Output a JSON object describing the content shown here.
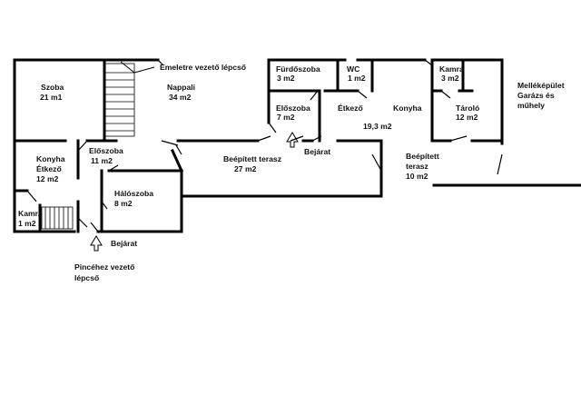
{
  "rooms": {
    "szoba": {
      "name": "Szoba",
      "area": "21 m1"
    },
    "nappali": {
      "name": "Nappali",
      "area": "34 m2"
    },
    "emelet": {
      "name": "Emeletre vezető lépcső"
    },
    "furdo": {
      "name": "Fürdőszoba",
      "area": "3 m2"
    },
    "wc": {
      "name": "WC",
      "area": "1 m2"
    },
    "kamra_right": {
      "name": "Kamra",
      "area": "3 m2"
    },
    "mellek": {
      "line1": "Melléképület",
      "line2": "Garázs és",
      "line3": "műhely"
    },
    "eloszoba_right": {
      "name": "Előszoba",
      "area": "7 m2"
    },
    "etkezo": {
      "name": "Étkező"
    },
    "konyha_right": {
      "name": "Konyha",
      "area": "19,3 m2"
    },
    "tarolo": {
      "name": "Tároló",
      "area": "12 m2"
    },
    "konyha_left": {
      "line1": "Konyha",
      "line2": "Étkező",
      "area": "12 m2"
    },
    "eloszoba_left": {
      "name": "Előszoba",
      "area": "11 m2"
    },
    "terasz_mid": {
      "name": "Beépített terasz",
      "area": "27 m2"
    },
    "terasz_right": {
      "line1": "Beépített",
      "line2": "terasz",
      "area": "10 m2"
    },
    "haloszoba": {
      "name": "Hálószoba",
      "area": "8 m2"
    },
    "kamra_left": {
      "name": "Kamr.",
      "area": "1 m2"
    },
    "pince": {
      "line1": "Pincéhez vezető",
      "line2": "lépcső"
    }
  },
  "entrances": {
    "main": "Bejárat",
    "side": "Bejárat"
  }
}
